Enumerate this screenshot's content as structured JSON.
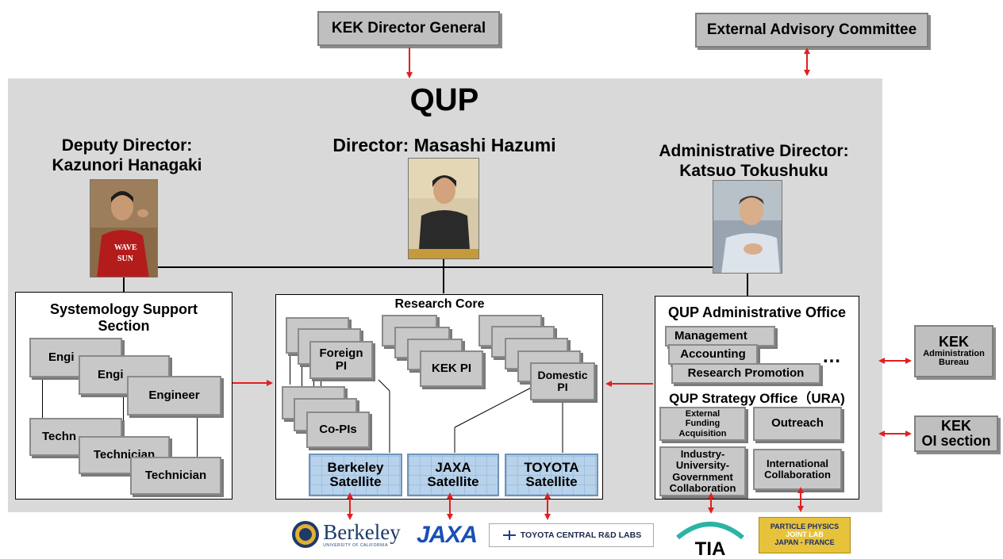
{
  "top": {
    "director_general": "KEK Director General",
    "advisory": "External Advisory Committee"
  },
  "qup": {
    "title": "QUP",
    "deputy": "Deputy Director:\nKazunori Hanagaki",
    "director": "Director: Masashi Hazumi",
    "admin_director": "Administrative Director:\nKatsuo Tokushuku"
  },
  "systemology": {
    "title": "Systemology Support\nSection",
    "engineers": [
      "Engi",
      "Engi",
      "Engineer"
    ],
    "technicians": [
      "Techn",
      "Technician",
      "Technician"
    ]
  },
  "research_core": {
    "title": "Research Core",
    "foreign_pi": "Foreign\nPI",
    "co_pis": "Co-PIs",
    "kek_pi": "KEK PI",
    "domestic_pi": "Domestic\nPI",
    "satellites": [
      "Berkeley\nSatellite",
      "JAXA\nSatellite",
      "TOYOTA\nSatellite"
    ]
  },
  "admin_office": {
    "title": "QUP Administrative Office",
    "items": [
      "Management",
      "Accounting",
      "Research Promotion"
    ],
    "ellipsis": "…",
    "strategy_title": "QUP Strategy Office（URA)",
    "strategy_items": [
      "External\nFunding\nAcquisition",
      "Outreach",
      "Industry-\nUniversity-\nGovernment\nCollaboration",
      "International\nCollaboration"
    ]
  },
  "kek_right": {
    "admin_bureau_title": "KEK",
    "admin_bureau_sub": "Administration\nBureau",
    "oi_title": "KEK",
    "oi_sub": "OI section"
  },
  "logos": {
    "berkeley": "Berkeley",
    "berkeley_sub": "UNIVERSITY OF CALIFORNIA",
    "jaxa": "JAXA",
    "toyota": "TOYOTA CENTRAL R&D LABS",
    "tia": "TIA",
    "ppjl_1": "PARTICLE PHYSICS",
    "ppjl_2": "JOINT LAB",
    "ppjl_3": "JAPAN - FRANCE"
  },
  "colors": {
    "arrow": "#e02020",
    "background_panel": "#d9d9d9",
    "box_gray": "#c8c8c8",
    "satellite_blue": "#b7d2ea"
  }
}
